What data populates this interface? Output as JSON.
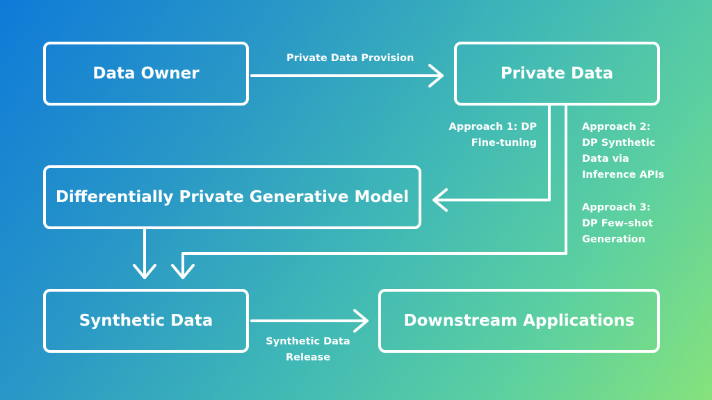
{
  "nodes": {
    "data_owner": "Data Owner",
    "private_data": "Private Data",
    "dp_model": "Differentially Private Generative Model",
    "synthetic_data": "Synthetic Data",
    "downstream": "Downstream Applications"
  },
  "edges": {
    "provision": "Private Data Provision",
    "approach1": [
      "Approach 1: DP",
      "Fine-tuning"
    ],
    "approach2": [
      "Approach 2:",
      "DP Synthetic",
      "Data via",
      "Inference APIs"
    ],
    "approach3": [
      "Approach 3:",
      "DP Few-shot",
      "Generation"
    ],
    "release": [
      "Synthetic Data",
      "Release"
    ]
  },
  "colors": {
    "gradient_start": "#0f7ad8",
    "gradient_end": "#86e27c",
    "stroke": "#ffffff"
  }
}
